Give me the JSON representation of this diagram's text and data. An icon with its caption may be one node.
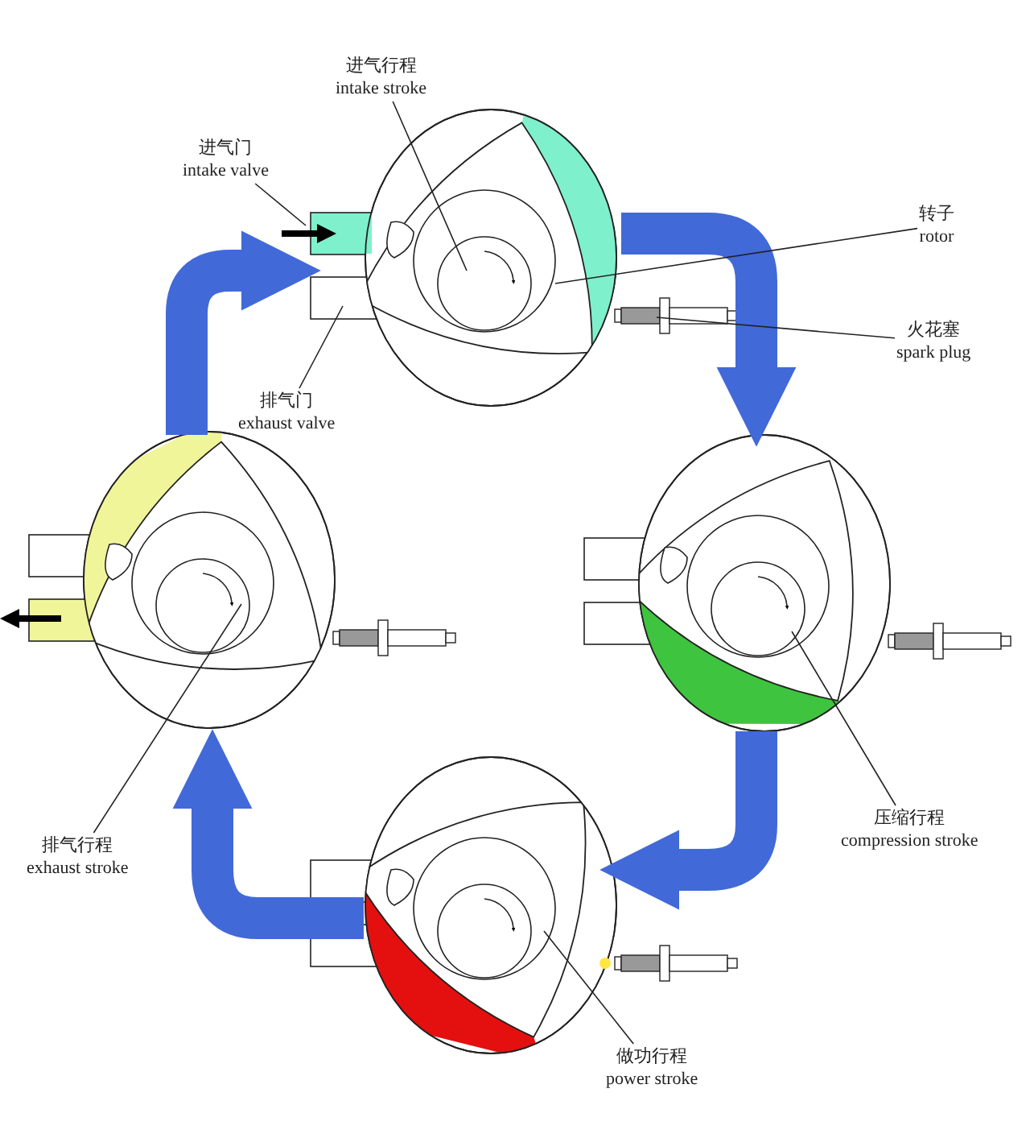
{
  "diagram": {
    "nodes": [
      {
        "text": [],
        "shape": "picture"
      },
      {
        "text": [],
        "shape": "picture"
      },
      {
        "text": [],
        "shape": "picture"
      },
      {
        "text": [],
        "shape": "picture"
      },
      {
        "text": [
          "进气行程",
          "intake stroke"
        ]
      },
      {
        "text": [
          "进气门",
          "intake valve"
        ]
      },
      {
        "text": [
          "转子",
          "rotor"
        ]
      },
      {
        "text": [
          "火花塞",
          "spark plug"
        ]
      },
      {
        "text": [
          "排气门",
          "exhaust valve"
        ]
      },
      {
        "text": [
          "排气行程",
          "exhaust stroke"
        ]
      },
      {
        "text": [
          "压缩行程",
          "compression stroke"
        ]
      },
      {
        "text": [
          "做功行程",
          "power stroke"
        ]
      }
    ],
    "edges": [
      {
        "from": 0,
        "to": 1,
        "arrow": "to",
        "style": "thick",
        "color": "#4169d8"
      },
      {
        "from": 1,
        "to": 2,
        "arrow": "to",
        "style": "thick",
        "color": "#4169d8"
      },
      {
        "from": 2,
        "to": 3,
        "arrow": "to",
        "style": "thick",
        "color": "#4169d8"
      },
      {
        "from": 3,
        "to": 0,
        "arrow": "to",
        "style": "thick",
        "color": "#4169d8"
      },
      {
        "from": 4,
        "to": 0,
        "arrow": "none"
      },
      {
        "from": 5,
        "to": 0,
        "arrow": "none"
      },
      {
        "from": 6,
        "to": 0,
        "arrow": "none"
      },
      {
        "from": 7,
        "to": 0,
        "arrow": "none"
      },
      {
        "from": 8,
        "to": 0,
        "arrow": "none"
      },
      {
        "from": 9,
        "to": 3,
        "arrow": "none"
      },
      {
        "from": 10,
        "to": 1,
        "arrow": "none"
      },
      {
        "from": 11,
        "to": 2,
        "arrow": "none"
      }
    ]
  }
}
